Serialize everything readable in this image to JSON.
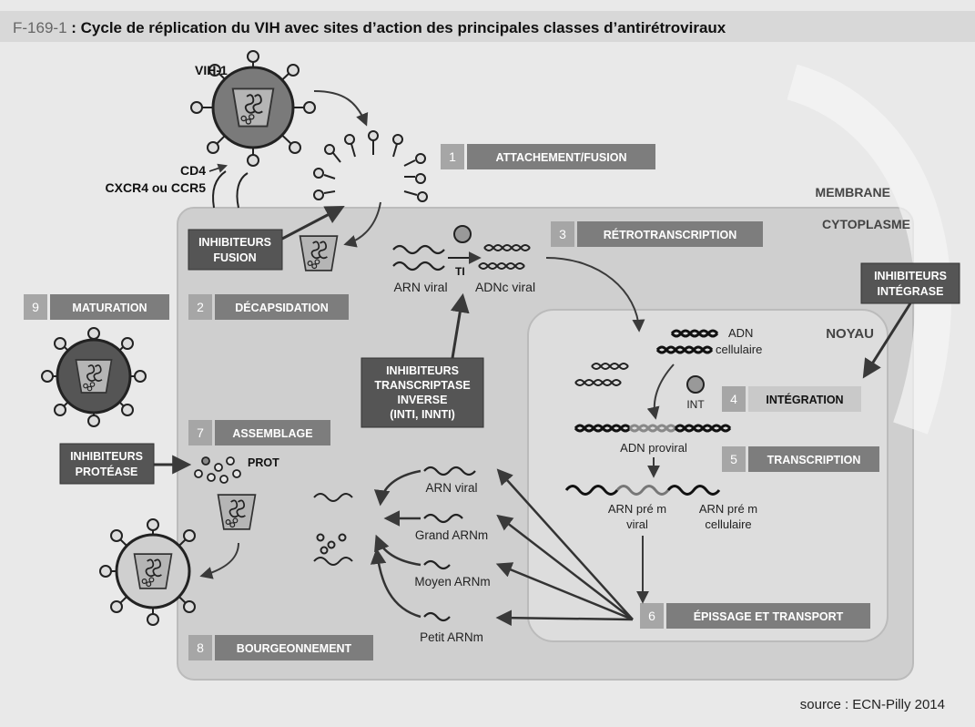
{
  "title": {
    "code": "F-169-1",
    "text": " : Cycle de réplication du VIH avec sites d’action des principales classes d’antirétroviraux"
  },
  "virus": {
    "label": "VIH-1",
    "receptor_cd4": "CD4",
    "coreceptors": "CXCR4 ou CCR5"
  },
  "compartments": {
    "membrane": "MEMBRANE",
    "cytoplasm": "CYTOPLASME",
    "nucleus": "NOYAU"
  },
  "steps": [
    {
      "num": "1",
      "label": "ATTACHEMENT/FUSION"
    },
    {
      "num": "2",
      "label": "DÉCAPSIDATION"
    },
    {
      "num": "3",
      "label": "RÉTROTRANSCRIPTION"
    },
    {
      "num": "4",
      "label": "INTÉGRATION"
    },
    {
      "num": "5",
      "label": "TRANSCRIPTION"
    },
    {
      "num": "6",
      "label": "ÉPISSAGE ET TRANSPORT"
    },
    {
      "num": "7",
      "label": "ASSEMBLAGE"
    },
    {
      "num": "8",
      "label": "BOURGEONNEMENT"
    },
    {
      "num": "9",
      "label": "MATURATION"
    }
  ],
  "inhibitors": {
    "fusion": [
      "INHIBITEURS",
      "FUSION"
    ],
    "integrase": [
      "INHIBITEURS",
      "INTÉGRASE"
    ],
    "protease": [
      "INHIBITEURS",
      "PROTÉASE"
    ],
    "rt": [
      "INHIBITEURS",
      "TRANSCRIPTASE",
      "INVERSE",
      "(INTI, INNTI)"
    ]
  },
  "labels": {
    "arn_viral": "ARN viral",
    "adnc_viral": "ADNc viral",
    "ti": "TI",
    "adn_cell_1": "ADN",
    "adn_cell_2": "cellulaire",
    "int": "INT",
    "adn_proviral": "ADN proviral",
    "arn_pre_viral_1": "ARN pré m",
    "arn_pre_viral_2": "viral",
    "arn_pre_cell_1": "ARN pré m",
    "arn_pre_cell_2": "cellulaire",
    "prot": "PROT",
    "rna_arn_viral": "ARN viral",
    "rna_grand": "Grand ARNm",
    "rna_moyen": "Moyen ARNm",
    "rna_petit": "Petit ARNm"
  },
  "source": "source : ECN-Pilly 2014",
  "colors": {
    "background": "#e9e9e9",
    "title_bar": "#d8d8d8",
    "cell": "#cfcfcf",
    "nucleus": "#dddddd",
    "step_box": "#7d7d7d",
    "step_num": "#a6a6a6",
    "inhibitor_box": "#555555",
    "virus_body": "#7a7a7a",
    "capsid": "#a8a8a8"
  }
}
